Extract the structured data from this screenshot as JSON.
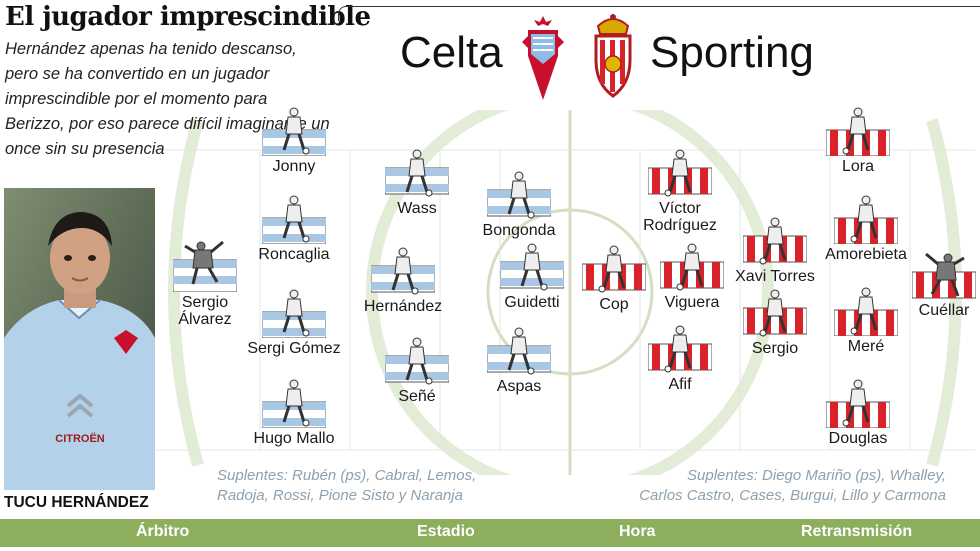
{
  "header": {
    "title": "El jugador imprescindible",
    "intro": "Hernández apenas ha tenido descanso, pero se ha convertido en un jugador imprescindible por el momento para Berizzo, por eso parece difícil imaginarse un once sin su presencia"
  },
  "match": {
    "home_team": "Celta",
    "away_team": "Sporting"
  },
  "photo": {
    "caption": "TUCU HERNÁNDEZ",
    "shirt_text": "CITROËN"
  },
  "colors": {
    "celta_blue": "#a9c7e3",
    "sporting_red": "#d8232a",
    "pitch_line": "#e3ecd6",
    "bar_green": "#8cae5d",
    "subs_text": "#8fa0ad"
  },
  "celta": {
    "players": [
      {
        "name": "Sergio\nÁlvarez",
        "role": "goalkeeper"
      },
      {
        "name": "Jonny",
        "role": "outfield"
      },
      {
        "name": "Roncaglia",
        "role": "outfield"
      },
      {
        "name": "Sergi Gómez",
        "role": "outfield"
      },
      {
        "name": "Hugo Mallo",
        "role": "outfield"
      },
      {
        "name": "Wass",
        "role": "outfield"
      },
      {
        "name": "Hernández",
        "role": "outfield"
      },
      {
        "name": "Señé",
        "role": "outfield"
      },
      {
        "name": "Bongonda",
        "role": "outfield"
      },
      {
        "name": "Guidetti",
        "role": "outfield"
      },
      {
        "name": "Aspas",
        "role": "outfield"
      }
    ],
    "subs": "Suplentes: Rubén (ps), Cabral, Lemos,\nRadoja, Rossi, Pione Sisto y Naranja"
  },
  "sporting": {
    "players": [
      {
        "name": "Cuéllar",
        "role": "goalkeeper"
      },
      {
        "name": "Lora",
        "role": "outfield"
      },
      {
        "name": "Amorebieta",
        "role": "outfield"
      },
      {
        "name": "Meré",
        "role": "outfield"
      },
      {
        "name": "Douglas",
        "role": "outfield"
      },
      {
        "name": "Xavi Torres",
        "role": "outfield"
      },
      {
        "name": "Sergio",
        "role": "outfield"
      },
      {
        "name": "Víctor\nRodríguez",
        "role": "outfield"
      },
      {
        "name": "Viguera",
        "role": "outfield"
      },
      {
        "name": "Afif",
        "role": "outfield"
      },
      {
        "name": "Cop",
        "role": "outfield"
      }
    ],
    "subs": "Suplentes: Diego Mariño (ps), Whalley,\nCarlos Castro, Cases, Burgui, Lillo y Carmona"
  },
  "info_bar": {
    "referee": "Árbitro",
    "stadium": "Estadio",
    "time": "Hora",
    "broadcast": "Retransmisión"
  }
}
